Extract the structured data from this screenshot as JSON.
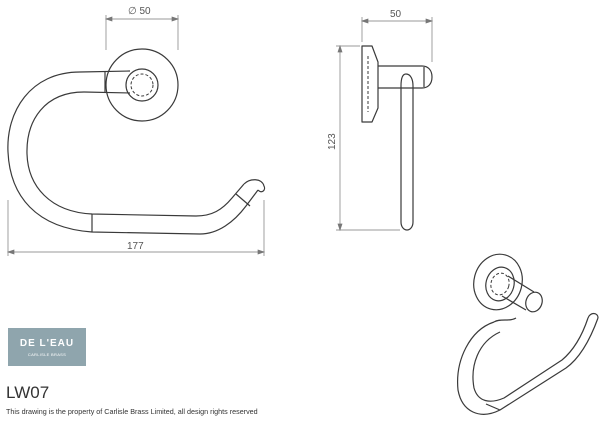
{
  "drawing": {
    "dimensions": {
      "diameter": "∅ 50",
      "depth": "50",
      "height": "123",
      "width": "177"
    },
    "line_color": "#3a3a3a",
    "dim_color": "#777777"
  },
  "logo": {
    "brand": "DE L'EAU",
    "subtitle": "CARLISLE BRASS",
    "background": "#8fa5ad"
  },
  "product_code": "LW07",
  "footer_note": "This drawing is the property of Carlisle Brass Limited, all design rights reserved"
}
